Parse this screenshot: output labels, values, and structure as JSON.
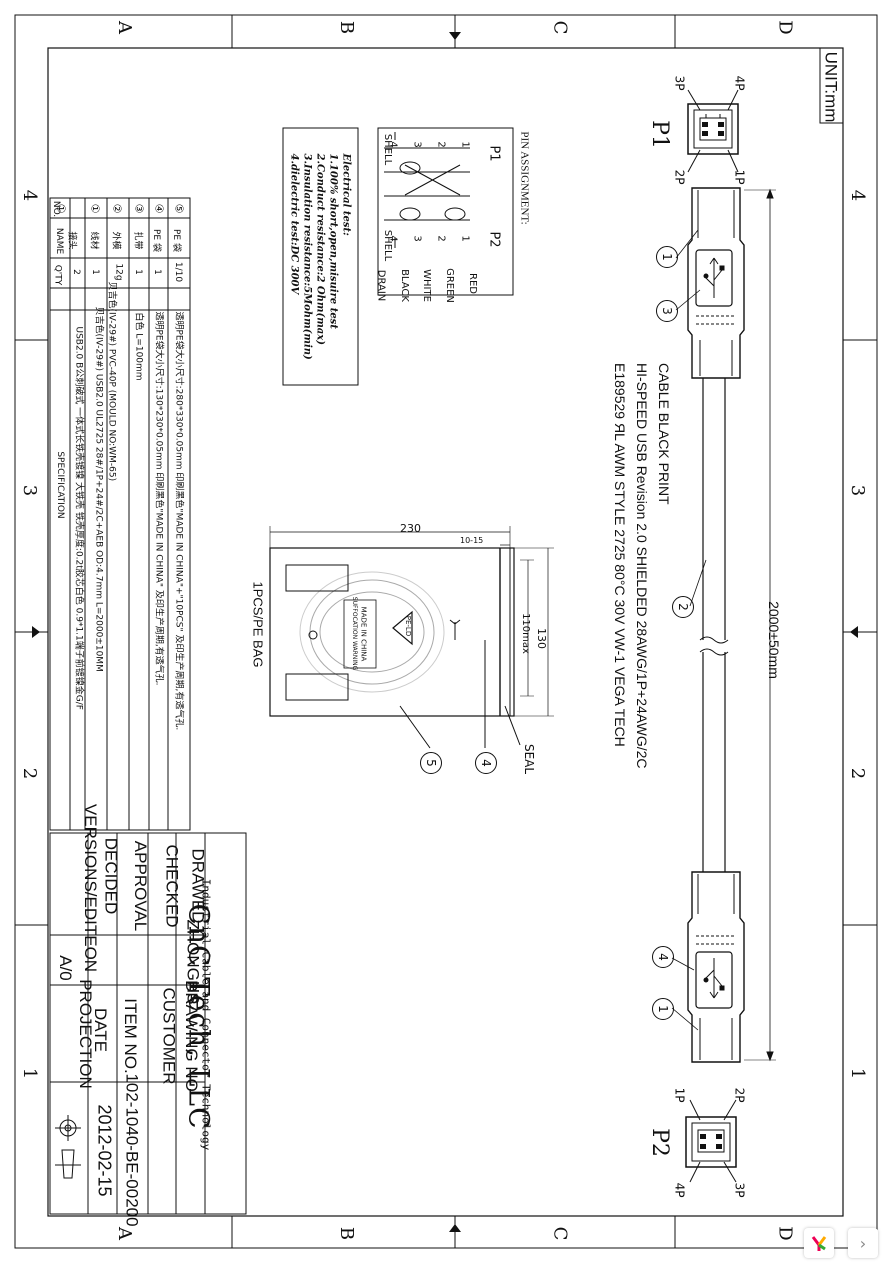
{
  "zones": {
    "letters": [
      "A",
      "B",
      "C",
      "D"
    ],
    "numbers": [
      "4",
      "3",
      "2",
      "1"
    ]
  },
  "unit": "UNIT:mm",
  "pin_assignment": {
    "title": "PIN ASSIGNMENT:",
    "p1": "P1",
    "p2": "P2",
    "shell_left": "SHELL",
    "shell_right": "SHELL",
    "pins_p1": [
      "1",
      "2",
      "3",
      "4"
    ],
    "pins_p2": [
      "1",
      "2",
      "3",
      "4"
    ],
    "wires": [
      "RED",
      "GREEN",
      "WHITE",
      "BLACK",
      "DRAIN"
    ]
  },
  "electrical_test": {
    "title": "Electrical test:",
    "lines": [
      "1.100% short,open,misuire test",
      "2.Conduct resistance:2 Ohm(max)",
      "3.Insulation resistance:5Mohm(min)",
      "4.dielectric test:DC 300V"
    ]
  },
  "cable_print": {
    "title": "CABLE BLACK PRINT",
    "line1": "HI-SPEED USB Revision 2.0 SHIELDED 28AWG/1P+24AWG/2C",
    "line2": "E189529 ЯL AWM STYLE 2725 80°C 30V VW-1 VEGA TECH"
  },
  "dimensions": {
    "length": "2000±50mm",
    "bag_width": "230",
    "bag_seal": "10-15",
    "bag_height": "130",
    "coil": "110max",
    "seal_label": "SEAL",
    "bag_label": "1PCS/PE BAG"
  },
  "connectors": {
    "p1_label": "P1",
    "p2_label": "P2",
    "p1_pins": [
      "4P",
      "3P",
      "2P",
      "1P"
    ],
    "p2_pins": [
      "2P",
      "1P",
      "3P",
      "4P"
    ]
  },
  "bag_print": {
    "recycle": "PE-LD",
    "made_in": "MADE IN CHINA",
    "warning": "SUFFOCATION WARNING"
  },
  "balloons": [
    "1",
    "2",
    "3",
    "4",
    "5"
  ],
  "bom": {
    "headers": [
      "NO.",
      "NAME",
      "Q'TY",
      "SPECIFICATION"
    ],
    "rows": [
      {
        "no": "⑤",
        "name": "PE 袋",
        "qty": "1/10",
        "spec": "透明PE袋大小尺寸:280*330*0.05mm 印刷黑色\"MADE IN CHINA\"+\"10PCS\" 及印生产周期,有透气孔."
      },
      {
        "no": "④",
        "name": "PE 袋",
        "qty": "1",
        "spec": "透明PE袋大小尺寸:130*230*0.05mm 印刷黑色\"MADE IN CHINA\" 及印生产周期,有透气孔."
      },
      {
        "no": "③",
        "name": "扎带",
        "qty": "1",
        "spec": "白色 L=100mm"
      },
      {
        "no": "②",
        "name": "外模",
        "qty": "12g",
        "spec": "贝吉色(IV-29#) PVC-40P (MOULD NO:WM-65)"
      },
      {
        "no": "①",
        "name": "线材",
        "qty": "1",
        "spec": "贝吉色(IV-29#) USB2.0 UL2725 28#/1P+24#/2C+AEB OD:4.7mm L=2000±10MM"
      },
      {
        "no": "①",
        "name": "接头",
        "qty": "2",
        "spec": "USB2.0 B公刺破式 一体式长铁壳镀镍 大铁壳 铁壳厚度:0.2t胶芯白色 0.9*1.1端子前镀镍金G/F"
      }
    ]
  },
  "title_block": {
    "company": "CnC Tech, LLC",
    "tagline": "Industrial Cable and Connector Technology",
    "drawed_label": "DRAWED",
    "drawed_value": "ZHONGHS",
    "drawing_no_label": "DRAWING NO",
    "checked_label": "CHECKED",
    "customer_label": "CUSTOMER",
    "approval_label": "APPROVAL",
    "item_no_label": "ITEM NO.",
    "item_no_value": "102-1040-BE-00200",
    "decided_label": "DECIDED",
    "date_label": "DATE",
    "date_value": "2012-02-15",
    "version_label": "VERSIONS/EDITEON",
    "version_value": "A/0",
    "projection_label": "PROJECTION"
  }
}
